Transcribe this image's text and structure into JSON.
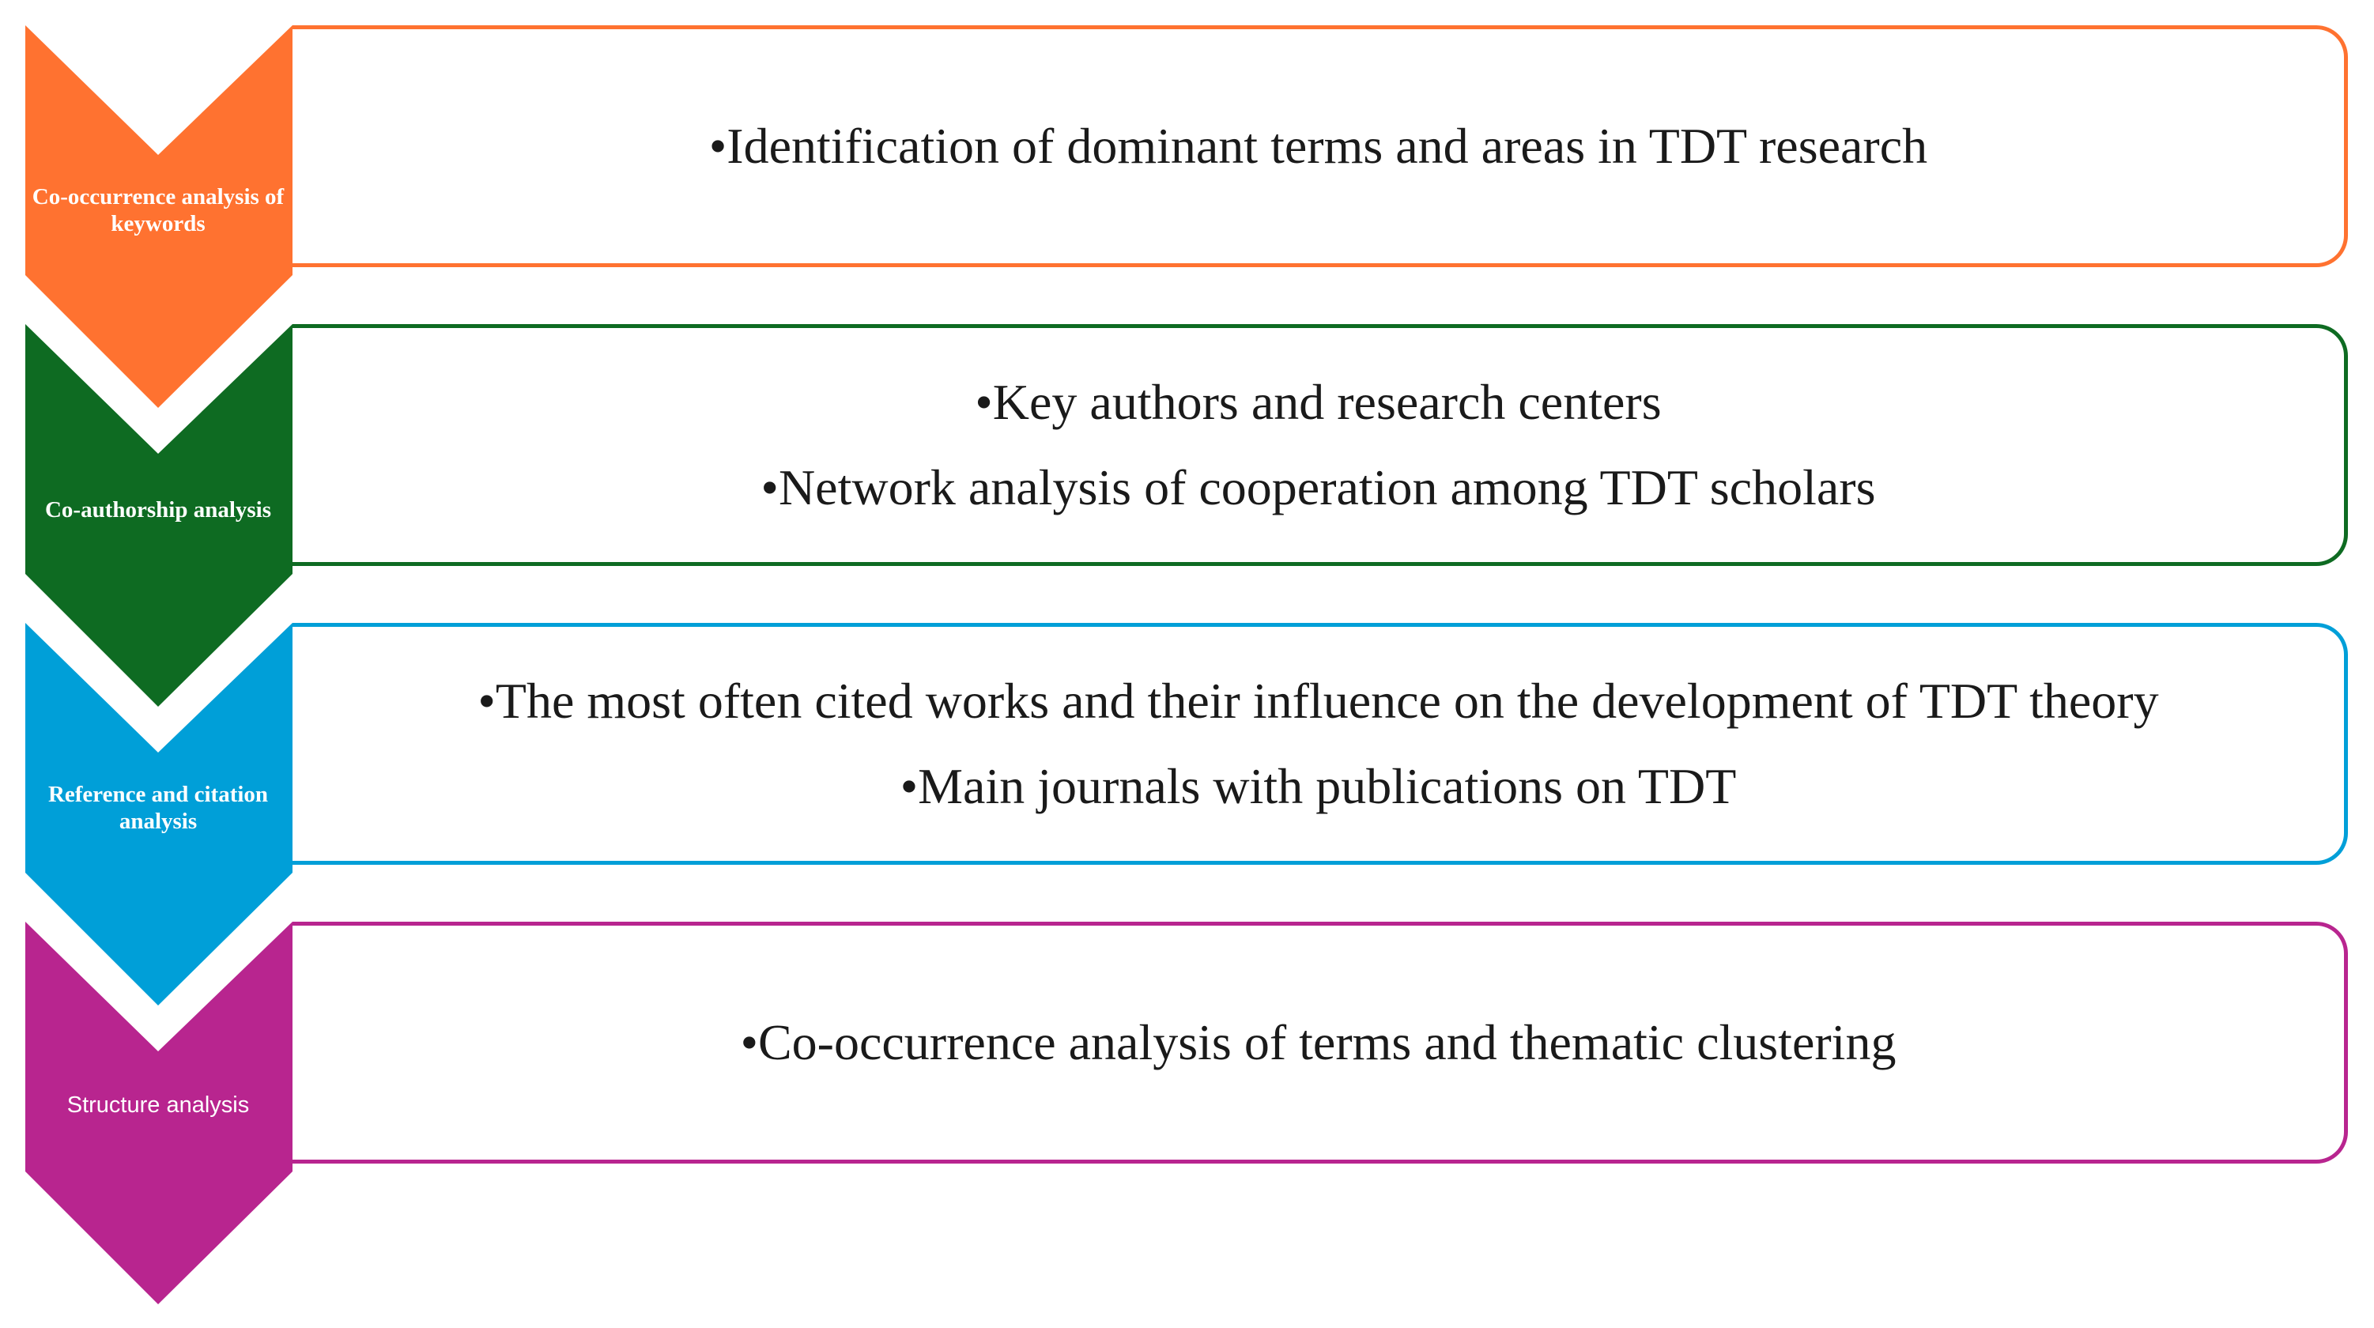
{
  "colors": {
    "orange": "#FF7230",
    "green": "#0E6B22",
    "blue": "#009FD8",
    "magenta": "#B8258F"
  },
  "stages": [
    {
      "label": "Co-occurrence analysis of keywords",
      "color": "#FF7230",
      "bullets": [
        "•Identification of dominant terms and areas in TDT research"
      ]
    },
    {
      "label": "Co-authorship analysis",
      "color": "#0E6B22",
      "bullets": [
        "•Key authors and research centers",
        "•Network analysis of cooperation among TDT scholars"
      ]
    },
    {
      "label": "Reference and citation analysis",
      "color": "#009FD8",
      "bullets": [
        "•The most often cited works and their influence on the development of TDT theory",
        "•Main journals with publications on TDT"
      ]
    },
    {
      "label": "Structure analysis",
      "color": "#B8258F",
      "bullets": [
        "•Co-occurrence analysis of terms and thematic clustering"
      ]
    }
  ]
}
